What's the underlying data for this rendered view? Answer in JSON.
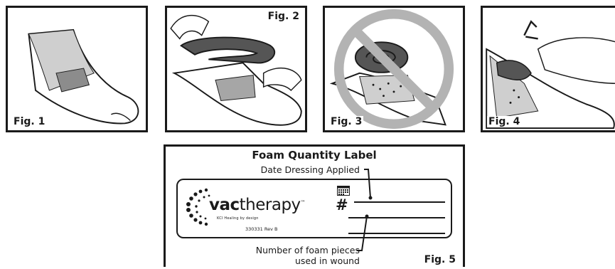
{
  "figures": [
    {
      "id": "fig1",
      "label": "Fig. 1"
    },
    {
      "id": "fig2",
      "label": "Fig. 2"
    },
    {
      "id": "fig3",
      "label": "Fig. 3"
    },
    {
      "id": "fig4",
      "label": "Fig. 4"
    }
  ],
  "label_card": {
    "title": "Foam Quantity Label",
    "date_caption": "Date Dressing Applied",
    "count_caption_line1": "Number of foam pieces",
    "count_caption_line2": "used in wound",
    "fig_label": "Fig. 5",
    "logo_bold": "vac",
    "logo_light": "therapy",
    "logo_tm": "™",
    "logo_tagline": "KCI Healing by design",
    "product_code": "330331 Rev B",
    "hash_symbol": "#",
    "calendar_icon": "calendar-icon"
  },
  "colors": {
    "ink": "#1a1a1a",
    "prohibit": "#b3b3b3",
    "foam": "#555555",
    "drape": "#cfcfcf"
  }
}
